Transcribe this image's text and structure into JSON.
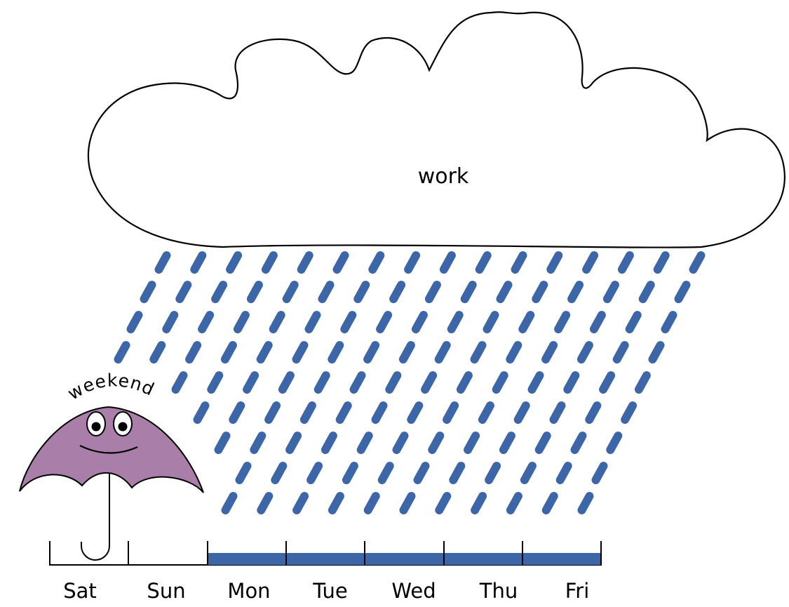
{
  "cloud": {
    "label": "work"
  },
  "umbrella": {
    "label": "weekend"
  },
  "timeline": {
    "days": [
      "Sat",
      "Sun",
      "Mon",
      "Tue",
      "Wed",
      "Thu",
      "Fri"
    ],
    "highlighted": [
      "Mon",
      "Tue",
      "Wed",
      "Thu",
      "Fri"
    ]
  },
  "colors": {
    "rain": "#3c66a8",
    "umbrella_fill": "#a97ea8",
    "outline": "#000000",
    "background": "#ffffff"
  }
}
